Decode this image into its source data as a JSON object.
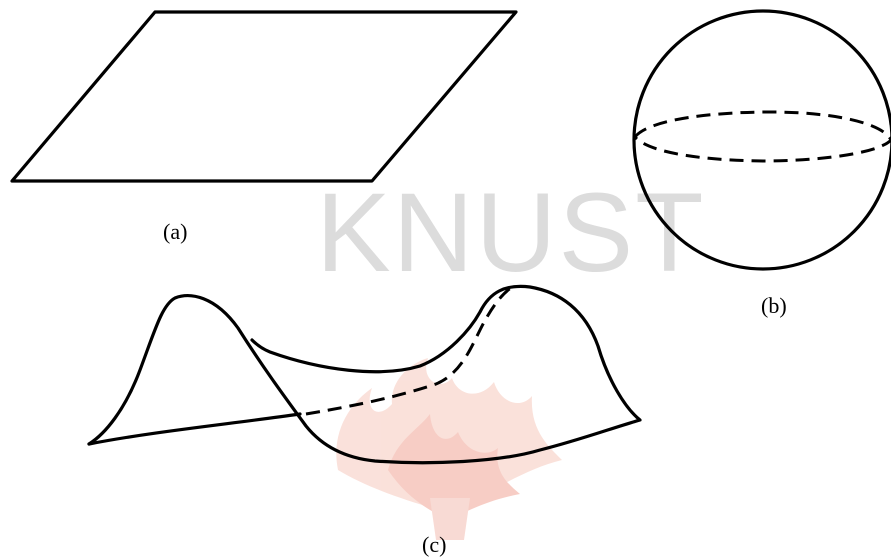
{
  "figure": {
    "watermark": {
      "text": "KNUST",
      "color": "#dcdcdc",
      "emblem_color": "#f3b7a8"
    },
    "panels": [
      {
        "id": "a",
        "label": "(a)",
        "shape": "flat-plane"
      },
      {
        "id": "b",
        "label": "(b)",
        "shape": "sphere"
      },
      {
        "id": "c",
        "label": "(c)",
        "shape": "saddle-surface"
      }
    ],
    "line_color": "#000000"
  }
}
